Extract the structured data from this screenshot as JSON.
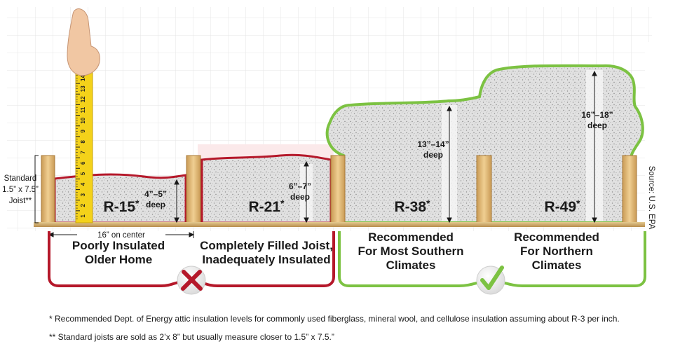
{
  "sections": [
    {
      "r_value": "R-15",
      "depth": [
        "4”–5”",
        "deep"
      ],
      "caption": [
        "Poorly Insulated",
        "Older Home"
      ],
      "status": "not-recommended"
    },
    {
      "r_value": "R-21",
      "depth": [
        "6”–7”",
        "deep"
      ],
      "caption": [
        "Completely Filled Joist,",
        "Inadequately Insulated"
      ],
      "status": "not-recommended"
    },
    {
      "r_value": "R-38",
      "depth": [
        "13”–14”",
        "deep"
      ],
      "caption": [
        "Recommended",
        "For Most Southern",
        "Climates"
      ],
      "status": "recommended"
    },
    {
      "r_value": "R-49",
      "depth": [
        "16”–18”",
        "deep"
      ],
      "caption": [
        "Recommended",
        "For Northern",
        "Climates"
      ],
      "status": "recommended"
    }
  ],
  "asterisk": "*",
  "joist_note": [
    "Standard",
    "1.5” x 7.5”",
    "Joist**"
  ],
  "spacing_note": "16” on center",
  "source": "Source: U.S. EPA",
  "tape_numbers": [
    "14",
    "13",
    "12",
    "11",
    "10",
    "9",
    "8",
    "7",
    "6",
    "5",
    "4",
    "3",
    "2",
    "1"
  ],
  "footnotes": [
    "* Recommended Dept. of Energy attic insulation levels for commonly used fiberglass, mineral wool, and cellulose insulation assuming about R-3 per inch.",
    "** Standard joists are sold as 2’x 8” but usually measure closer to 1.5” x 7.5.”"
  ],
  "colors": {
    "bad": "#b5182a",
    "good": "#7cc242",
    "wood": "#e8c07a",
    "insulation": "#dcdcdc",
    "tape": "#f4d21a"
  },
  "icons": {
    "bad": "x-mark-icon",
    "good": "check-mark-icon"
  }
}
